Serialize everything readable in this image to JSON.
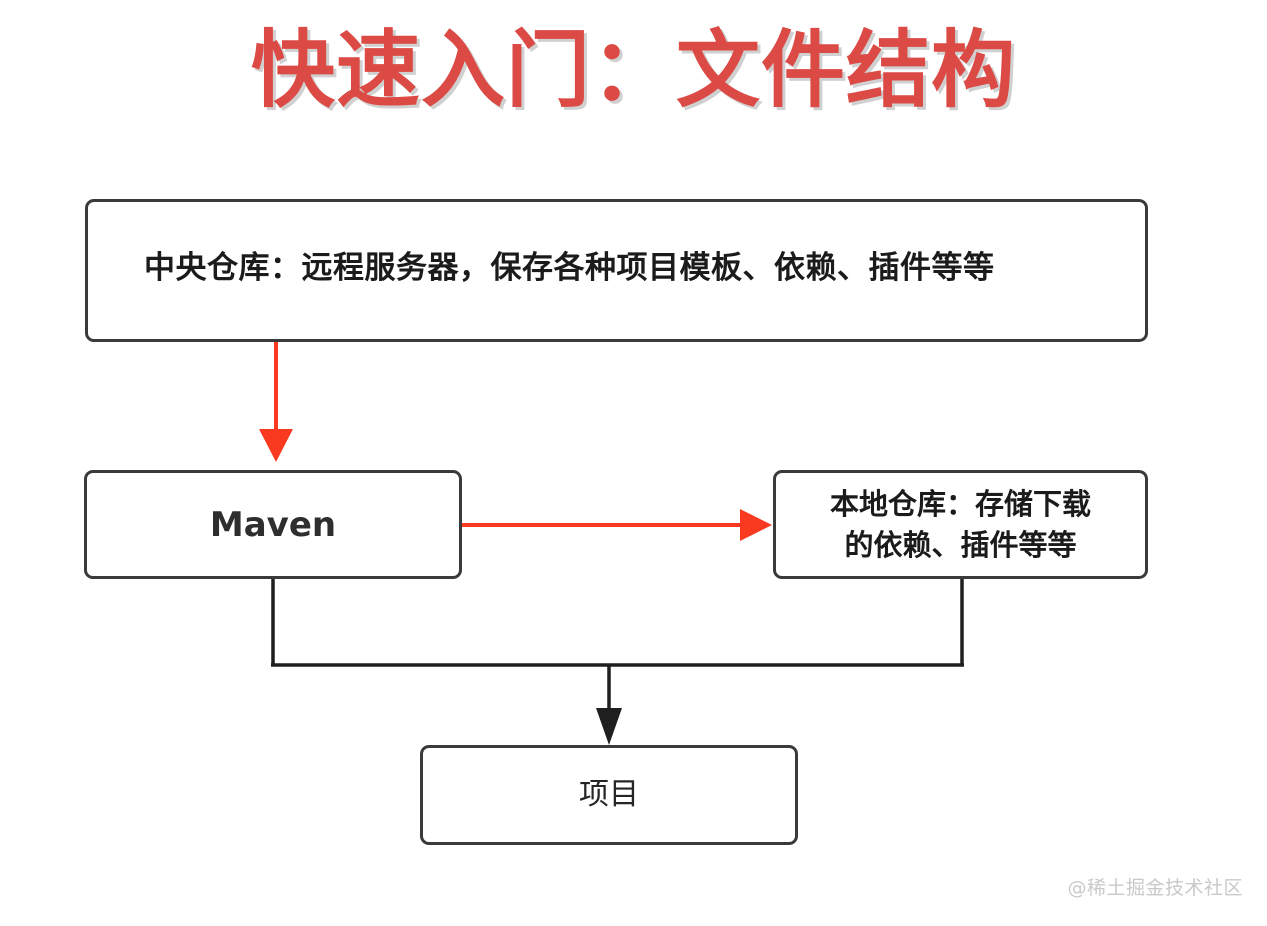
{
  "title": "快速入门：文件结构",
  "colors": {
    "title_red": "#DC4A45",
    "arrow_red": "#F93A21",
    "arrow_black": "#1f1f1f",
    "box_border": "#3a3a3a",
    "background": "#ffffff",
    "watermark": "#c9c9c9"
  },
  "nodes": {
    "central_repository": {
      "label": "中央仓库：远程服务器，保存各种项目模板、依赖、插件等等"
    },
    "maven": {
      "label": "Maven"
    },
    "local_repository": {
      "line1": "本地仓库：存储下载",
      "line2": "的依赖、插件等等"
    },
    "project": {
      "label": "项目"
    }
  },
  "edges": [
    {
      "id": "central-to-maven",
      "from": "central_repository",
      "to": "maven",
      "color": "#F93A21",
      "direction": "down",
      "arrowhead": true
    },
    {
      "id": "maven-to-local",
      "from": "maven",
      "to": "local_repository",
      "color": "#F93A21",
      "direction": "right",
      "arrowhead": true
    },
    {
      "id": "maven-to-project",
      "from": "maven",
      "to": "project",
      "color": "#1f1f1f",
      "direction": "down",
      "arrowhead": true
    },
    {
      "id": "local-to-project",
      "from": "local_repository",
      "to": "project",
      "color": "#1f1f1f",
      "direction": "down",
      "arrowhead": true
    }
  ],
  "watermark": "@稀土掘金技术社区"
}
